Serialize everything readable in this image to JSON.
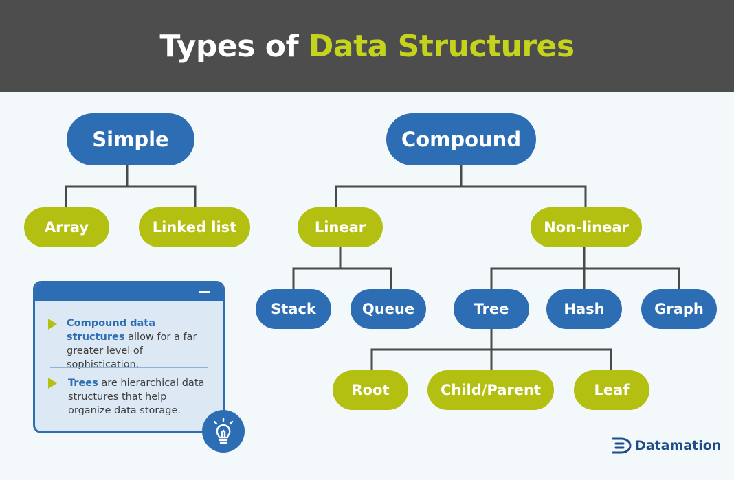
{
  "header": {
    "title_main": "Types of ",
    "title_accent": "Data Structures"
  },
  "nodes": {
    "simple": "Simple",
    "compound": "Compound",
    "array": "Array",
    "linked_list": "Linked list",
    "linear": "Linear",
    "non_linear": "Non-linear",
    "stack": "Stack",
    "queue": "Queue",
    "tree": "Tree",
    "hash": "Hash",
    "graph": "Graph",
    "root": "Root",
    "child_parent": "Child/Parent",
    "leaf": "Leaf"
  },
  "info_card": {
    "note1_bold": "Compound data structures",
    "note1_text": " allow for a far greater level of sophistication.",
    "note2_bold": "Trees",
    "note2_text": " are hierarchical data structures that help organize data storage."
  },
  "brand": {
    "name": "Datamation"
  },
  "colors": {
    "header_bg": "#4d4d4d",
    "accent": "#c5d31c",
    "blue": "#2d6db4",
    "green": "#b4c011",
    "line": "#4a4a4a",
    "background": "#f3f8fb"
  }
}
